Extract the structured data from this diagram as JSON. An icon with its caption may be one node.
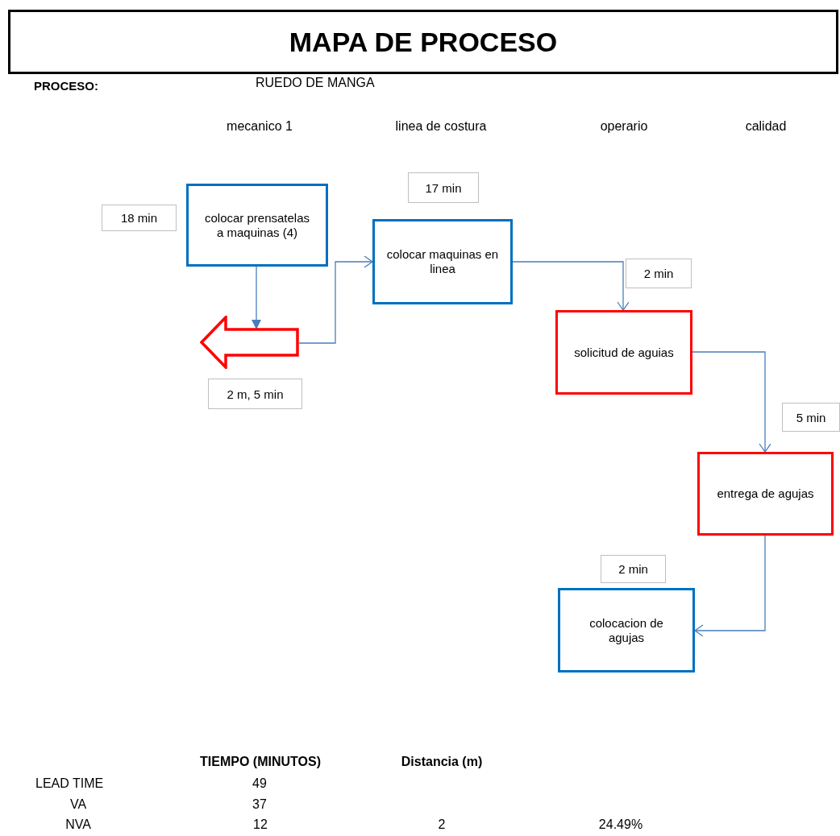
{
  "diagram": {
    "title": "MAPA DE PROCESO",
    "nodes": [
      {
        "text": [
          "colocar prensatelas  a maquinas (4)"
        ],
        "beside": [
          "18 min"
        ]
      },
      {
        "text": [
          "colocar maquinas en linea"
        ],
        "beside": [
          "17 min"
        ]
      },
      {
        "text": [],
        "shape": "arrow",
        "beside": [
          "2 m, 5 min"
        ]
      },
      {
        "text": [
          "solicitud de aguias"
        ],
        "beside": [
          "2 min"
        ]
      },
      {
        "text": [
          "entrega de agujas"
        ],
        "beside": [
          "5 min"
        ]
      },
      {
        "text": [
          "colocacion de agujas"
        ],
        "beside": [
          "2 min"
        ]
      }
    ],
    "edges": [
      {
        "from": 0,
        "to": 2,
        "arrow": "to"
      },
      {
        "from": 2,
        "to": 1,
        "arrow": "to"
      },
      {
        "from": 1,
        "to": 3,
        "arrow": "to"
      },
      {
        "from": 3,
        "to": 4,
        "arrow": "to"
      },
      {
        "from": 4,
        "to": 5,
        "arrow": "to"
      }
    ],
    "labels": [
      "PROCESO:",
      "RUEDO DE MANGA",
      "mecanico 1",
      "linea de costura",
      "operario",
      "calidad",
      "TIEMPO (MINUTOS)",
      "Distancia (m)",
      "LEAD TIME",
      "49",
      "VA",
      "37",
      "NVA",
      "12",
      "2",
      "24.49%"
    ]
  }
}
